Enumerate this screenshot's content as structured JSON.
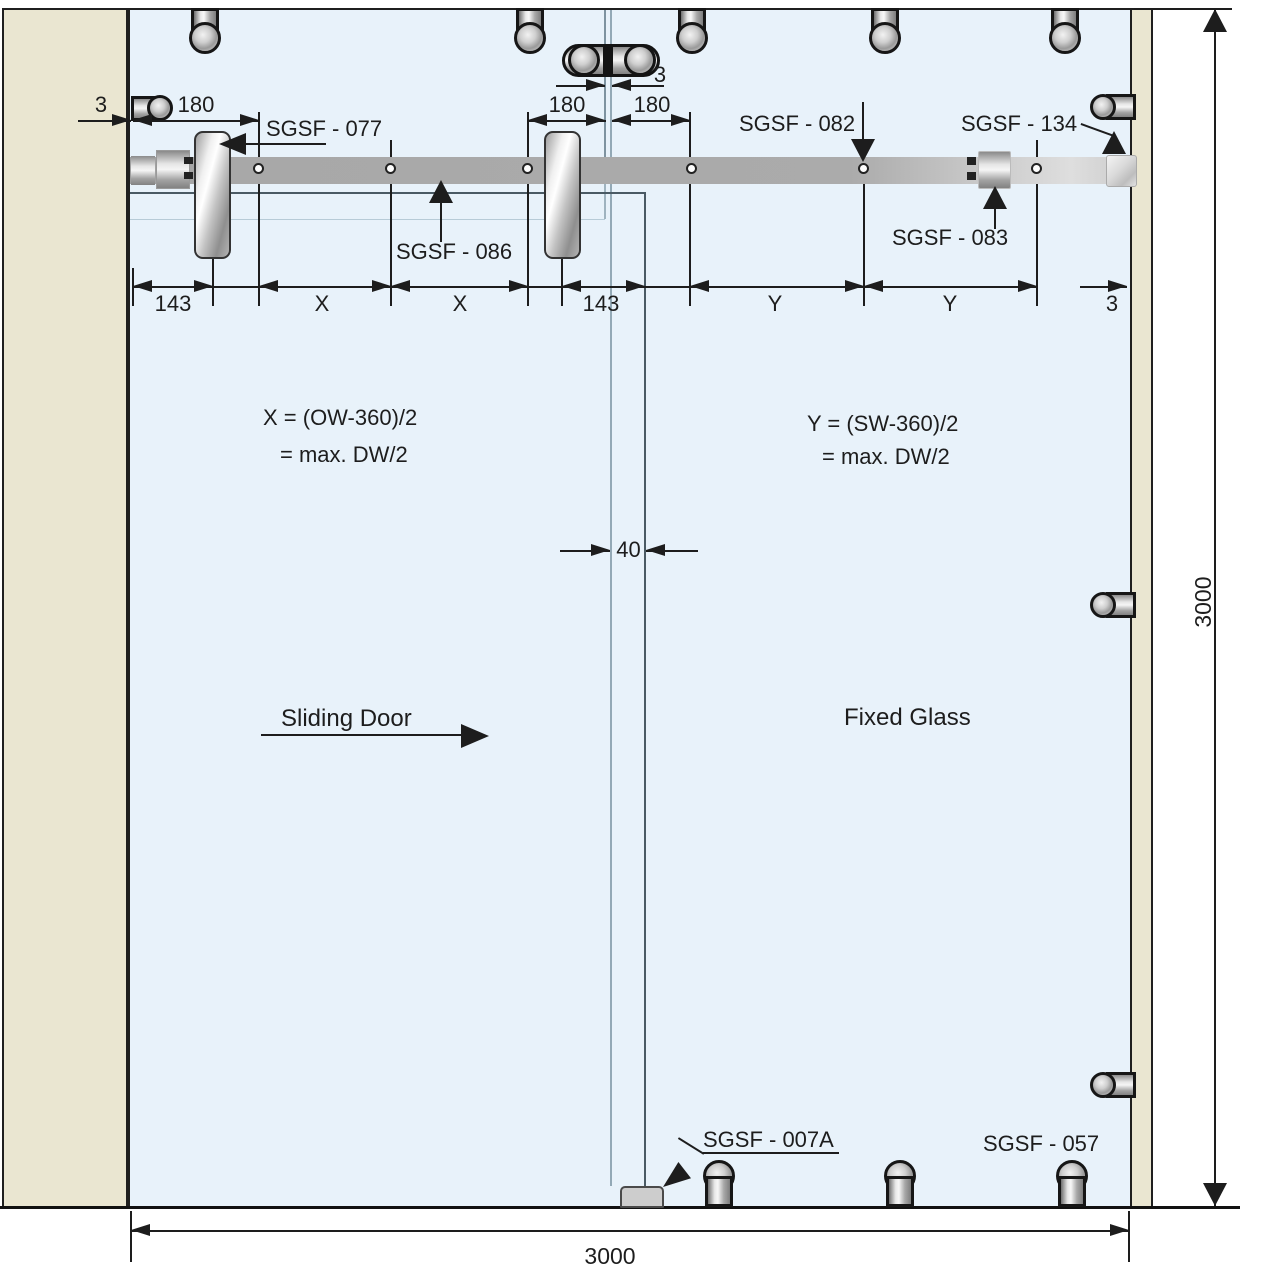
{
  "labels": {
    "sgsf077": "SGSF - 077",
    "sgsf082": "SGSF - 082",
    "sgsf134": "SGSF - 134",
    "sgsf086": "SGSF - 086",
    "sgsf083": "SGSF - 083",
    "sgsf007a": "SGSF - 007A",
    "sgsf057": "SGSF - 057",
    "sliding_door": "Sliding Door",
    "fixed_glass": "Fixed Glass"
  },
  "dimensions": {
    "top_row": {
      "wall_gap_left": "3",
      "d180_left": "180",
      "d180_mid": "180",
      "d180_right": "180",
      "joint_gap": "3"
    },
    "mid_row": {
      "d143_left": "143",
      "x_left": "X",
      "x_right": "X",
      "d143_right": "143",
      "y_left": "Y",
      "y_right": "Y",
      "wall_gap_right": "3"
    },
    "overlap": "40",
    "overall_width": "3000",
    "overall_height": "3000"
  },
  "formulas": {
    "x_line1": "X = (OW-360)/2",
    "x_line2": "= max. DW/2",
    "y_line1": "Y = (SW-360)/2",
    "y_line2": "= max. DW/2"
  },
  "colors": {
    "glass": "#e8f2fa",
    "wall": "#eae6d1",
    "track": "#ababab",
    "line": "#1d1d1d"
  }
}
